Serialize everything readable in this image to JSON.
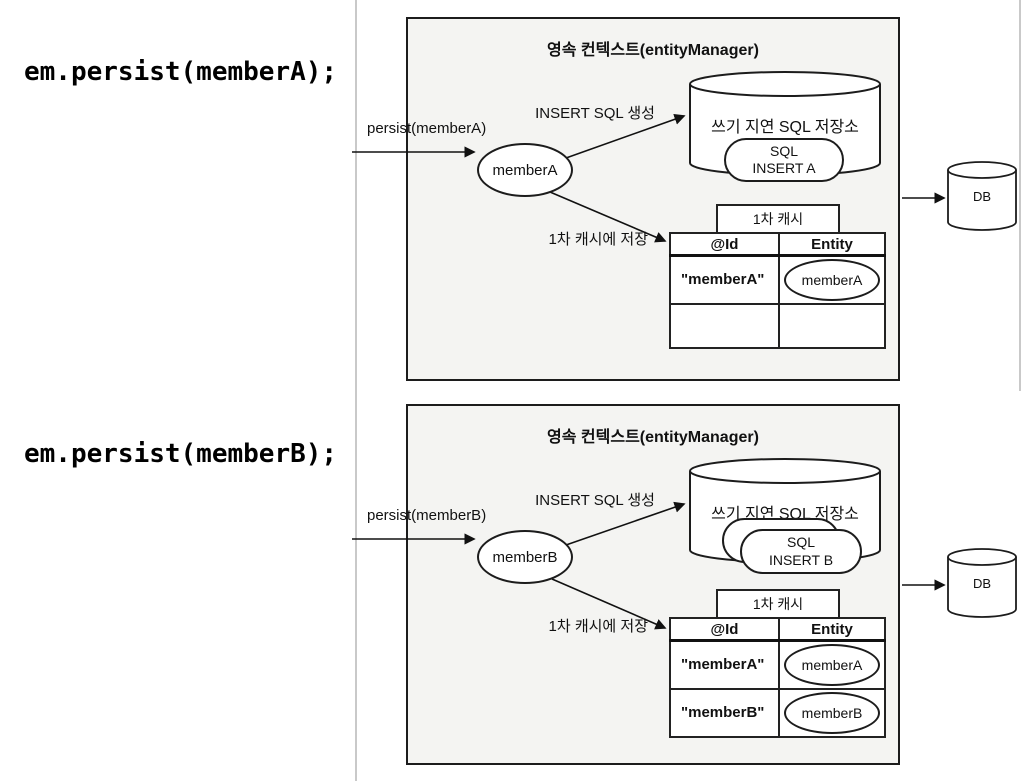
{
  "colors": {
    "box_fill": "#f4f4f2",
    "stroke": "#1c1c1c",
    "divider": "#c9c9c9"
  },
  "code_a": "em.persist(memberA);",
  "code_b": "em.persist(memberB);",
  "diagram_a": {
    "title": "영속 컨텍스트(entityManager)",
    "persist_arrow_label": "persist(memberA)",
    "entity": "memberA",
    "insert_sql_label": "INSERT SQL 생성",
    "sql_store_title": "쓰기 지연 SQL 저장소",
    "sql_item_line1": "SQL",
    "sql_item_line2": "INSERT A",
    "cache_title": "1차 캐시",
    "cache_save_label": "1차 캐시에 저장",
    "table_headers": [
      "@Id",
      "Entity"
    ],
    "rows": [
      {
        "id": "\"memberA\"",
        "entity": "memberA"
      }
    ],
    "db_label": "DB"
  },
  "diagram_b": {
    "title": "영속 컨텍스트(entityManager)",
    "persist_arrow_label": "persist(memberB)",
    "entity": "memberB",
    "insert_sql_label": "INSERT SQL 생성",
    "sql_store_title": "쓰기 지연 SQL 저장소",
    "sql_item_line1": "SQL",
    "sql_item_line2": "INSERT B",
    "cache_title": "1차 캐시",
    "cache_save_label": "1차 캐시에 저장",
    "table_headers": [
      "@Id",
      "Entity"
    ],
    "rows": [
      {
        "id": "\"memberA\"",
        "entity": "memberA"
      },
      {
        "id": "\"memberB\"",
        "entity": "memberB"
      }
    ],
    "db_label": "DB"
  }
}
